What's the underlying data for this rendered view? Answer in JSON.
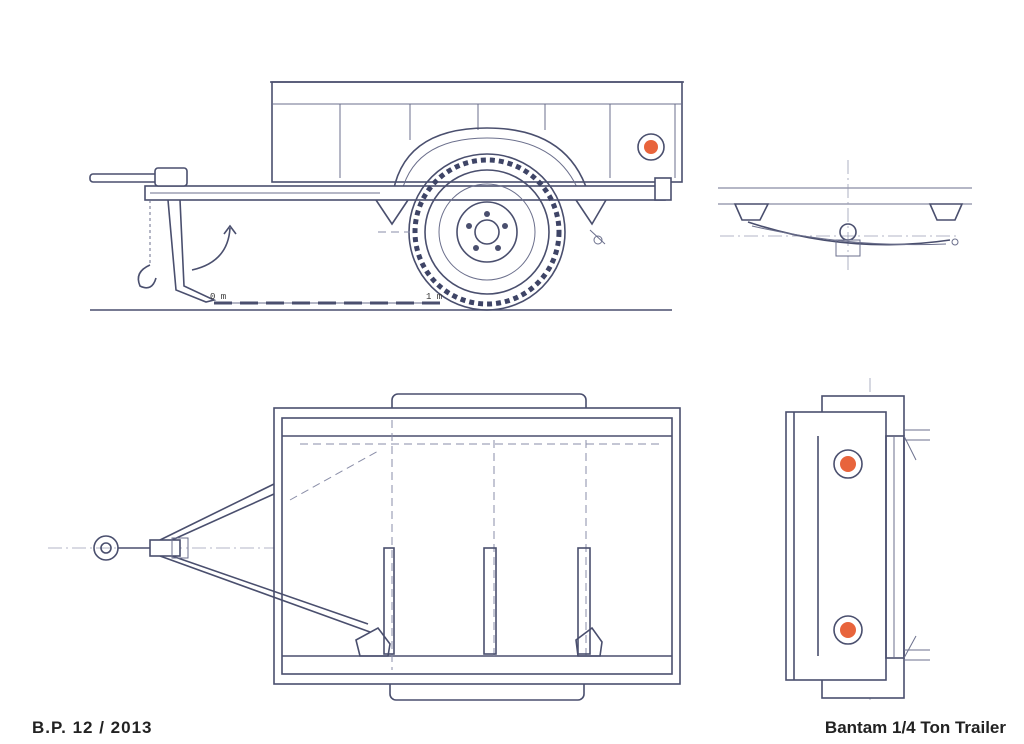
{
  "footer": {
    "left_text": "B.P. 12 / 2013",
    "right_text": "Bantam 1/4 Ton Trailer"
  },
  "scale_bar": {
    "start_label": "0 m",
    "end_label": "1 m"
  },
  "colors": {
    "line": "#4a4f6e",
    "light_lens": "#e8643c"
  },
  "views": {
    "side_view": "side-view",
    "top_view": "top-view",
    "rear_view": "rear-view",
    "spring_detail": "spring-detail"
  }
}
